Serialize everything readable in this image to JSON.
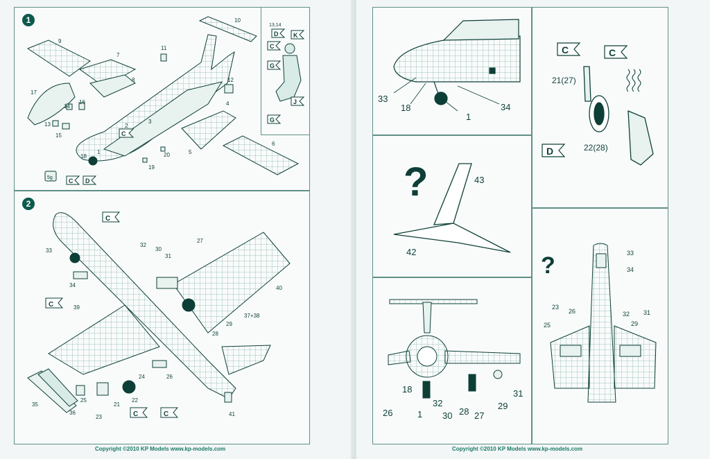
{
  "steps": {
    "one": "1",
    "two": "2"
  },
  "copyright_left": "Copyright ©2010 KP Models www.kp-models.com",
  "copyright_right": "Copyright ©2010 KP Models www.kp-models.com",
  "question_mark": "?",
  "step1_numbers": {
    "n9": "9",
    "n7": "7",
    "n10": "10",
    "n11": "11",
    "n8": "8",
    "n12": "12",
    "n17": "17",
    "n14": "14",
    "n16": "16",
    "n13": "13",
    "n15": "15",
    "n2": "2",
    "n3": "3",
    "n4": "4",
    "n18": "18",
    "n1": "1",
    "n20": "20",
    "n19": "19",
    "n5": "5",
    "n6": "6",
    "weight": "5g"
  },
  "pilot_numbers": "13,14",
  "step2_numbers": {
    "n33": "33",
    "n32": "32",
    "n30": "30",
    "n27": "27",
    "n31": "31",
    "n34": "34",
    "n40": "40",
    "n39": "39",
    "n37_38": "37+38",
    "n29": "29",
    "n28": "28",
    "n24": "24",
    "n26": "26",
    "n25": "25",
    "n21": "21",
    "n22": "22",
    "n23": "23",
    "n35": "35",
    "n36": "36",
    "n41": "41"
  },
  "right_numbers": {
    "n33": "33",
    "n18": "18",
    "n1": "1",
    "n34": "34",
    "n21_27": "21(27)",
    "n22_28": "22(28)",
    "n43": "43",
    "n42": "42",
    "rb_33": "33",
    "rb_34": "34",
    "rb_23": "23",
    "rb_26": "26",
    "rb_25": "25",
    "rb_32": "32",
    "rb_29": "29",
    "rb_31": "31",
    "fv_26": "26",
    "fv_18": "18",
    "fv_1": "1",
    "fv_32": "32",
    "fv_30": "30",
    "fv_28": "28",
    "fv_27": "27",
    "fv_29": "29",
    "fv_31": "31"
  },
  "tags": {
    "c": "C",
    "d": "D",
    "g": "G",
    "k": "K",
    "j": "J"
  }
}
